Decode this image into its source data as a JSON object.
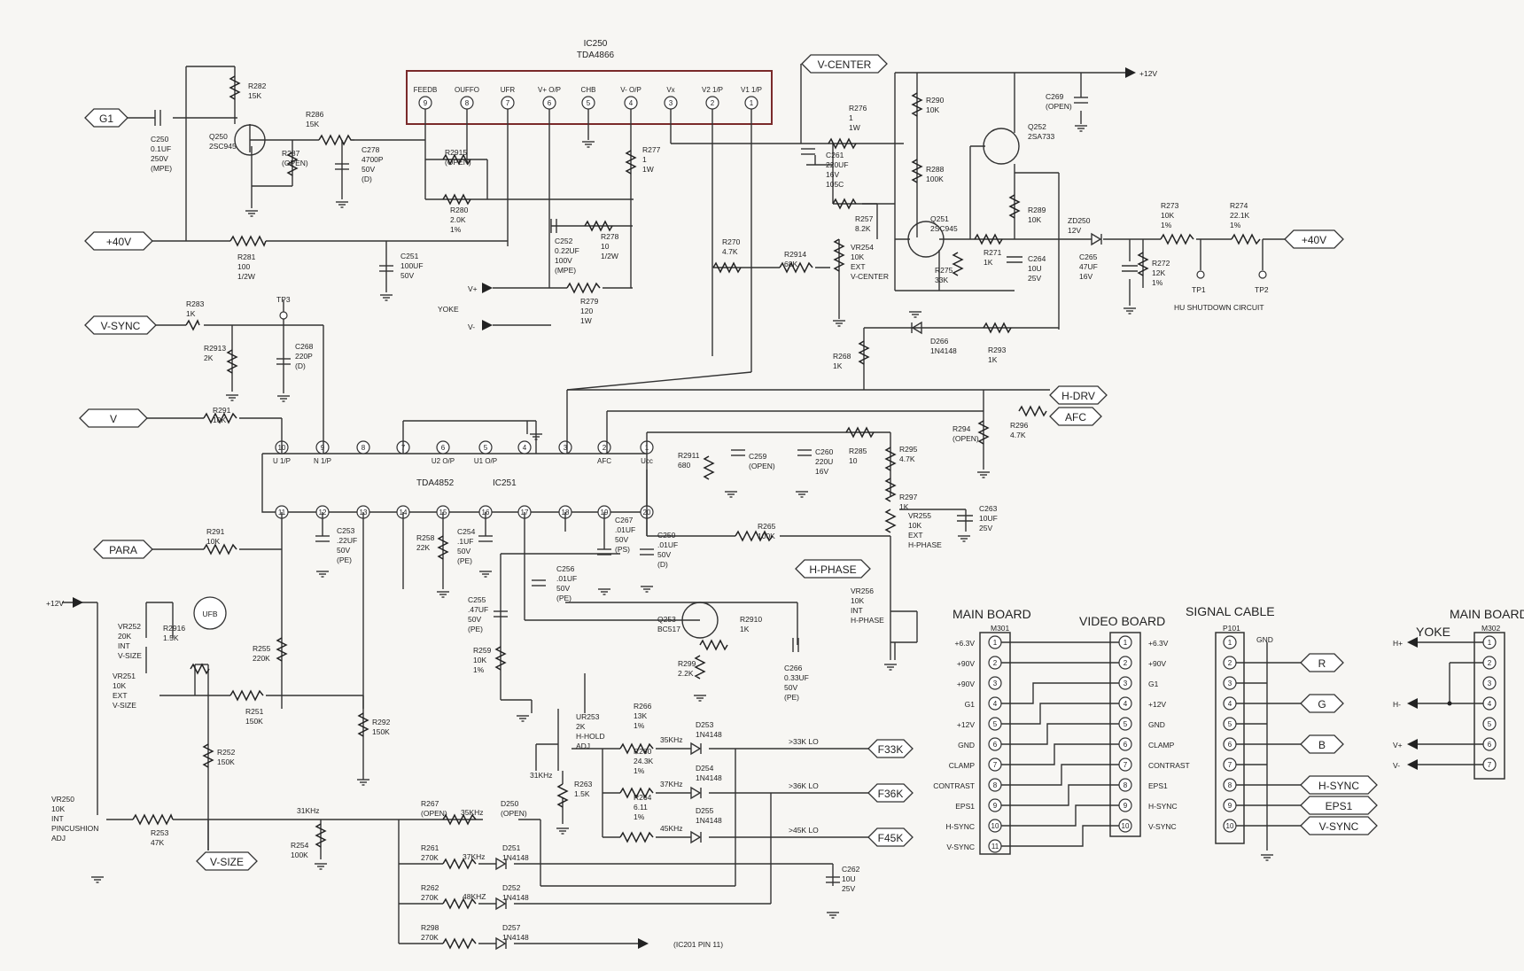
{
  "ic250": {
    "ref": "IC250",
    "part": "TDA4866",
    "pins": [
      {
        "n": "9",
        "name": "FEEDB"
      },
      {
        "n": "8",
        "name": "OUFFO"
      },
      {
        "n": "7",
        "name": "UFR"
      },
      {
        "n": "6",
        "name": "V+ O/P"
      },
      {
        "n": "5",
        "name": "CHB"
      },
      {
        "n": "4",
        "name": "V- O/P"
      },
      {
        "n": "3",
        "name": "Vx"
      },
      {
        "n": "2",
        "name": "V2 1/P"
      },
      {
        "n": "1",
        "name": "V1 1/P"
      }
    ]
  },
  "ic251": {
    "ref": "IC251",
    "part": "TDA4852",
    "top_pins": [
      {
        "n": "10",
        "name": "U 1/P"
      },
      {
        "n": "9",
        "name": "N 1/P"
      },
      {
        "n": "8",
        "name": ""
      },
      {
        "n": "7",
        "name": ""
      },
      {
        "n": "6",
        "name": "U2 O/P"
      },
      {
        "n": "5",
        "name": "U1 O/P"
      },
      {
        "n": "4",
        "name": ""
      },
      {
        "n": "3",
        "name": ""
      },
      {
        "n": "2",
        "name": "AFC"
      },
      {
        "n": "1",
        "name": "Ucc"
      }
    ],
    "bottom_pins": [
      "11",
      "12",
      "13",
      "14",
      "15",
      "16",
      "17",
      "18",
      "19",
      "20"
    ]
  },
  "tags": {
    "g1": "G1",
    "p40_left": "+40V",
    "vsync": "V-SYNC",
    "v": "V",
    "para": "PARA",
    "ufb": "UFB",
    "vsize": "V-SIZE",
    "vcenter": "V-CENTER",
    "hdrv": "H-DRV",
    "afc": "AFC",
    "hphase": "H-PHASE",
    "p40_right": "+40V",
    "f33k": "F33K",
    "f36k": "F36K",
    "f45k": "F45K"
  },
  "rails": {
    "p12_top": "+12V",
    "p12_left": "+12V"
  },
  "labels": {
    "yoke": "YOKE",
    "vplus": "V+",
    "vminus": "V-",
    "hu_shutdown": "HU SHUTDOWN CIRCUIT",
    "tp1": "TP1",
    "tp2": "TP2",
    "tp3": "TP3",
    "f31khz": "31KHz",
    "f31khz_b": "31KHz",
    "f35khz": "35KHz",
    "f37khz": "37KHz",
    "f45khz": "45KHz",
    "f35khz_b": "35KHz",
    "f37khz_b": "37KHz",
    "f48khz": "48KHZ",
    "lo33": ">33K LO",
    "lo36": ">36K LO",
    "lo45": ">45K LO",
    "ic201": "(IC201 PIN 11)"
  },
  "components": {
    "r282": [
      "R282",
      "15K"
    ],
    "c250": [
      "C250",
      "0.1UF",
      "250V",
      "(MPE)"
    ],
    "q250": [
      "Q250",
      "2SC945"
    ],
    "r286": [
      "R286",
      "15K"
    ],
    "r287": [
      "R287",
      "(OPEN)"
    ],
    "c278": [
      "C278",
      "4700P",
      "50V",
      "(D)"
    ],
    "r2915": [
      "R2915",
      "(OPEN)"
    ],
    "r280": [
      "R280",
      "2.0K",
      "1%"
    ],
    "r281": [
      "R281",
      "100",
      "1/2W"
    ],
    "c251": [
      "C251",
      "100UF",
      "50V"
    ],
    "r277": [
      "R277",
      "1",
      "1W"
    ],
    "c252": [
      "C252",
      "0.22UF",
      "100V",
      "(MPE)"
    ],
    "r278": [
      "R278",
      "10",
      "1/2W"
    ],
    "r279": [
      "R279",
      "120",
      "1W"
    ],
    "r276": [
      "R276",
      "1",
      "1W"
    ],
    "c261": [
      "C261",
      "220UF",
      "16V",
      "105C"
    ],
    "r257": [
      "R257",
      "8.2K"
    ],
    "r270": [
      "R270",
      "4.7K"
    ],
    "r2914": [
      "R2914",
      "68K"
    ],
    "vr254": [
      "VR254",
      "10K",
      "EXT",
      "V-CENTER"
    ],
    "r290": [
      "R290",
      "10K"
    ],
    "r288": [
      "R288",
      "100K"
    ],
    "q252": [
      "Q252",
      "2SA733"
    ],
    "c269": [
      "C269",
      "(OPEN)"
    ],
    "q251": [
      "Q251",
      "2SC945"
    ],
    "r275": [
      "R275",
      "33K"
    ],
    "r271": [
      "R271",
      "1K"
    ],
    "c264": [
      "C264",
      "10U",
      "25V"
    ],
    "r289": [
      "R289",
      "10K"
    ],
    "zd250": [
      "ZD250",
      "12V"
    ],
    "c265": [
      "C265",
      "47UF",
      "16V"
    ],
    "r272": [
      "R272",
      "12K",
      "1%"
    ],
    "r273": [
      "R273",
      "10K",
      "1%"
    ],
    "r274": [
      "R274",
      "22.1K",
      "1%"
    ],
    "r283": [
      "R283",
      "1K"
    ],
    "r2913": [
      "R2913",
      "2K"
    ],
    "c268": [
      "C268",
      "220P",
      "(D)"
    ],
    "r268": [
      "R268",
      "1K"
    ],
    "d266": [
      "D266",
      "1N4148"
    ],
    "r293": [
      "R293",
      "1K"
    ],
    "r291a": [
      "R291",
      "10K"
    ],
    "r294": [
      "R294",
      "(OPEN)"
    ],
    "r296": [
      "R296",
      "4.7K"
    ],
    "r2911": [
      "R2911",
      "680"
    ],
    "c259": [
      "C259",
      "(OPEN)"
    ],
    "c260": [
      "C260",
      "220U",
      "16V"
    ],
    "r285": [
      "R285",
      "10"
    ],
    "r295": [
      "R295",
      "4.7K"
    ],
    "r297": [
      "R297",
      "1K"
    ],
    "vr255": [
      "VR255",
      "10K",
      "EXT",
      "H-PHASE"
    ],
    "c263": [
      "C263",
      "10UF",
      "25V"
    ],
    "r291b": [
      "R291",
      "10K"
    ],
    "c253": [
      "C253",
      ".22UF",
      "50V",
      "(PE)"
    ],
    "r258": [
      "R258",
      "22K"
    ],
    "c254": [
      "C254",
      ".1UF",
      "50V",
      "(PE)"
    ],
    "c267": [
      "C267",
      ".01UF",
      "50V",
      "(PS)"
    ],
    "c250b": [
      "C250",
      ".01UF",
      "50V",
      "(D)"
    ],
    "r265": [
      "R265",
      "100K"
    ],
    "c256": [
      "C256",
      ".01UF",
      "50V",
      "(PE)"
    ],
    "c255": [
      "C255",
      ".47UF",
      "50V",
      "(PE)"
    ],
    "r259": [
      "R259",
      "10K",
      "1%"
    ],
    "q253": [
      "Q253",
      "BC517"
    ],
    "r2910": [
      "R2910",
      "1K"
    ],
    "r299": [
      "R299",
      "2.2K"
    ],
    "c266": [
      "C266",
      "0.33UF",
      "50V",
      "(PE)"
    ],
    "vr256": [
      "VR256",
      "10K",
      "INT",
      "H-PHASE"
    ],
    "vr252": [
      "VR252",
      "20K",
      "INT",
      "V-SIZE"
    ],
    "r2916": [
      "R2916",
      "1.5K"
    ],
    "vr251": [
      "VR251",
      "10K",
      "EXT",
      "V-SIZE"
    ],
    "r255": [
      "R255",
      "220K"
    ],
    "r251": [
      "R251",
      "150K"
    ],
    "r292": [
      "R292",
      "150K"
    ],
    "r252": [
      "R252",
      "150K"
    ],
    "vr250": [
      "VR250",
      "10K",
      "INT",
      "PINCUSHION",
      "ADJ"
    ],
    "r253": [
      "R253",
      "47K"
    ],
    "r254": [
      "R254",
      "100K"
    ],
    "ur253": [
      "UR253",
      "2K",
      "H-HOLD",
      "ADJ"
    ],
    "r266": [
      "R266",
      "13K",
      "1%"
    ],
    "r260": [
      "R260",
      "24.3K",
      "1%"
    ],
    "r264": [
      "R264",
      "6.11",
      "1%"
    ],
    "r263": [
      "R263",
      "1.5K"
    ],
    "d253": [
      "D253",
      "1N4148"
    ],
    "d254": [
      "D254",
      "1N4148"
    ],
    "d255": [
      "D255",
      "1N4148"
    ],
    "c262": [
      "C262",
      "10U",
      "25V"
    ],
    "r267": [
      "R267",
      "(OPEN)"
    ],
    "d250": [
      "D250",
      "(OPEN)"
    ],
    "r261": [
      "R261",
      "270K"
    ],
    "d251": [
      "D251",
      "1N4148"
    ],
    "r262": [
      "R262",
      "270K"
    ],
    "d252": [
      "D252",
      "1N4148"
    ],
    "r298": [
      "R298",
      "270K"
    ],
    "d257": [
      "D257",
      "1N4148"
    ]
  },
  "connectors": {
    "main_board_title": "MAIN BOARD",
    "m301": "M301",
    "m301_pins": [
      "+6.3V",
      "+90V",
      "+90V",
      "G1",
      "+12V",
      "GND",
      "CLAMP",
      "CONTRAST",
      "EPS1",
      "H-SYNC",
      "V-SYNC"
    ],
    "video_board_title": "VIDEO BOARD",
    "video_pins": [
      "+6.3V",
      "+90V",
      "G1",
      "+12V",
      "GND",
      "CLAMP",
      "CONTRAST",
      "EPS1",
      "H-SYNC",
      "V-SYNC"
    ],
    "signal_cable_title": "SIGNAL CABLE",
    "p101": "P101",
    "p101_gnd": "GND",
    "p101_tags": [
      "R",
      "G",
      "B",
      "H-SYNC",
      "EPS1",
      "V-SYNC"
    ],
    "main_board2_title": "MAIN BOARD",
    "m302": "M302",
    "yoke_title": "YOKE",
    "yoke_pins": [
      "H+",
      "H-",
      "V+",
      "V-"
    ],
    "m302_pins": [
      "1",
      "2",
      "3",
      "4",
      "5",
      "6",
      "7"
    ]
  }
}
